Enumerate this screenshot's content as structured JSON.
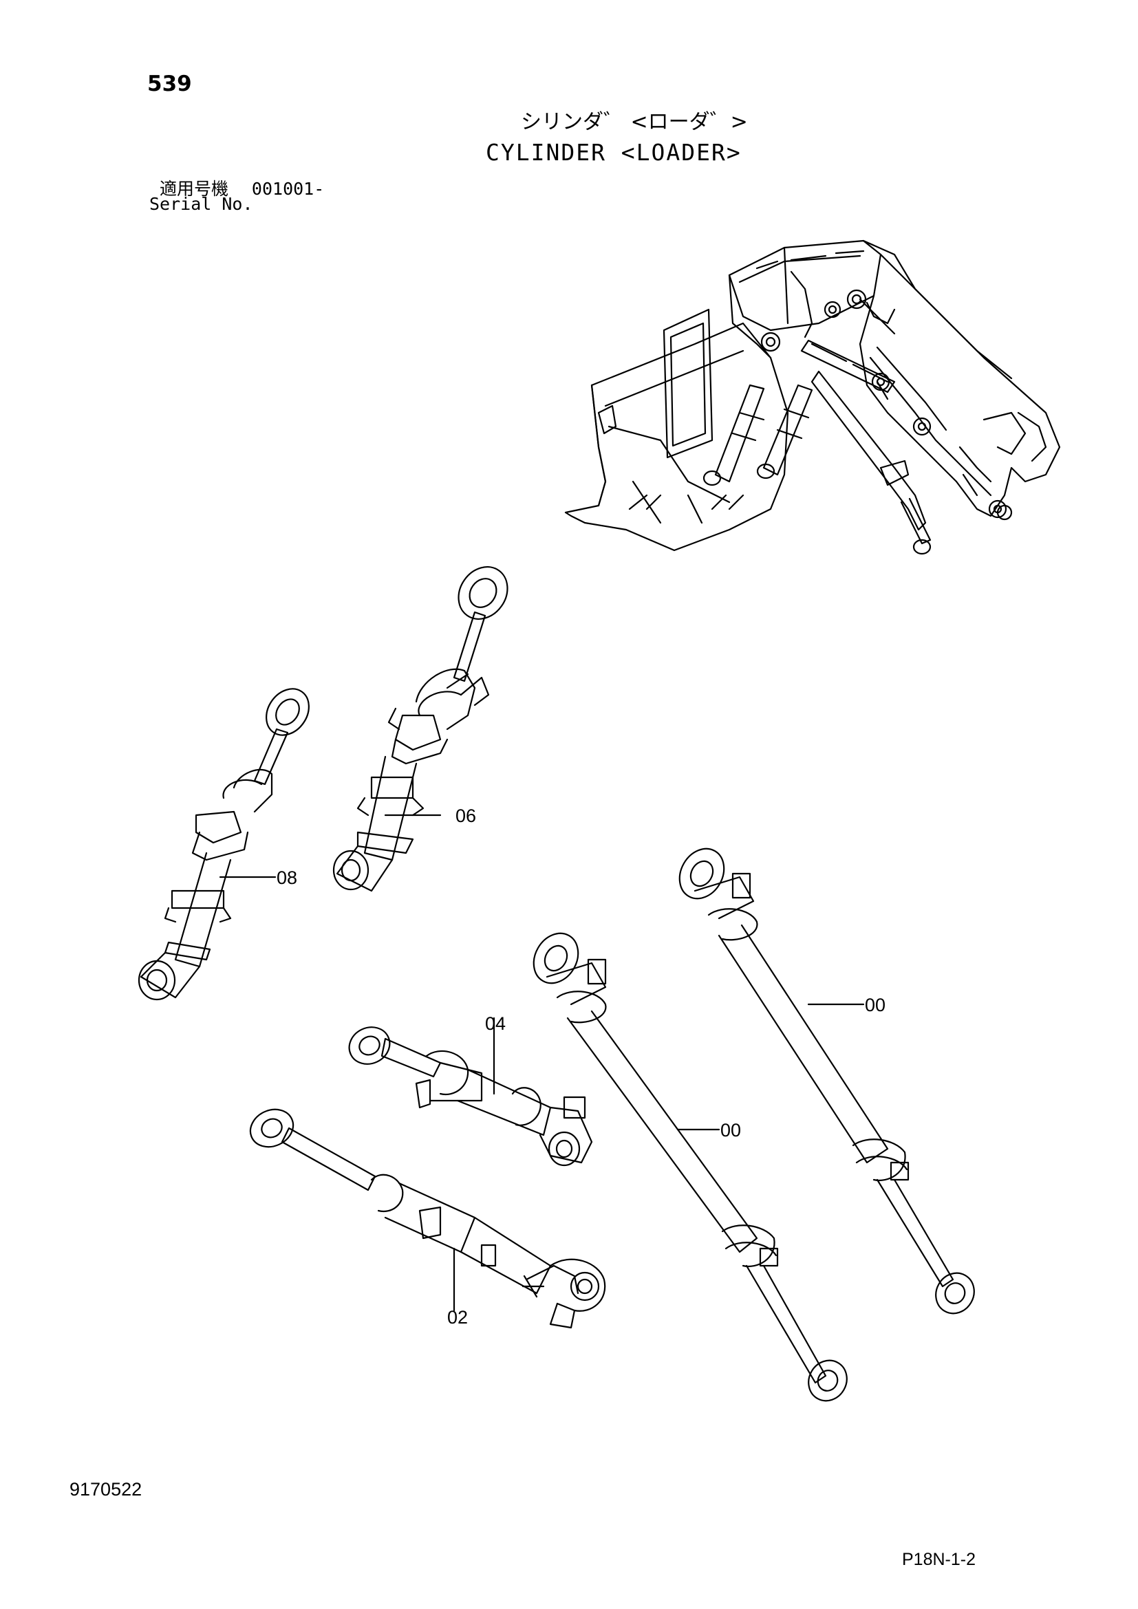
{
  "header": {
    "page_number": "539",
    "title_jp": "シリンダ゛ <ローダ゛>",
    "title_en": "CYLINDER <LOADER>",
    "serial_label_jp": "適用号機",
    "serial_value": "001001-",
    "serial_label_en": "Serial No."
  },
  "callouts": [
    {
      "id": "callout-06",
      "label": "06"
    },
    {
      "id": "callout-08",
      "label": "08"
    },
    {
      "id": "callout-04",
      "label": "04"
    },
    {
      "id": "callout-00-right",
      "label": "00"
    },
    {
      "id": "callout-00-left",
      "label": "00"
    },
    {
      "id": "callout-02",
      "label": "02"
    }
  ],
  "footer": {
    "drawing_id": "9170522",
    "figure_code": "P18N-1-2"
  }
}
